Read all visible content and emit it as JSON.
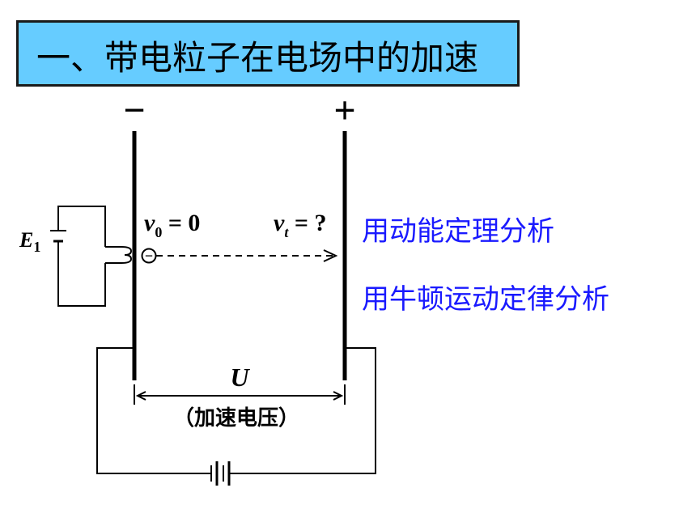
{
  "title": "一、带电粒子在电场中的加速",
  "diagram": {
    "minus_sign": "−",
    "plus_sign": "+",
    "source_label": "E",
    "source_subscript": "1",
    "v0_var": "v",
    "v0_sub": "0",
    "v0_rest": " = 0",
    "vt_var": "v",
    "vt_sub": "t",
    "vt_rest": " = ?",
    "electron_symbol": "−",
    "voltage_label": "U",
    "voltage_caption": "（加速电压）"
  },
  "notes": {
    "method_energy": "用动能定理分析",
    "method_newton": "用牛顿运动定律分析"
  },
  "colors": {
    "title_bg": "#66ccff",
    "note_text": "#1a1aff"
  }
}
